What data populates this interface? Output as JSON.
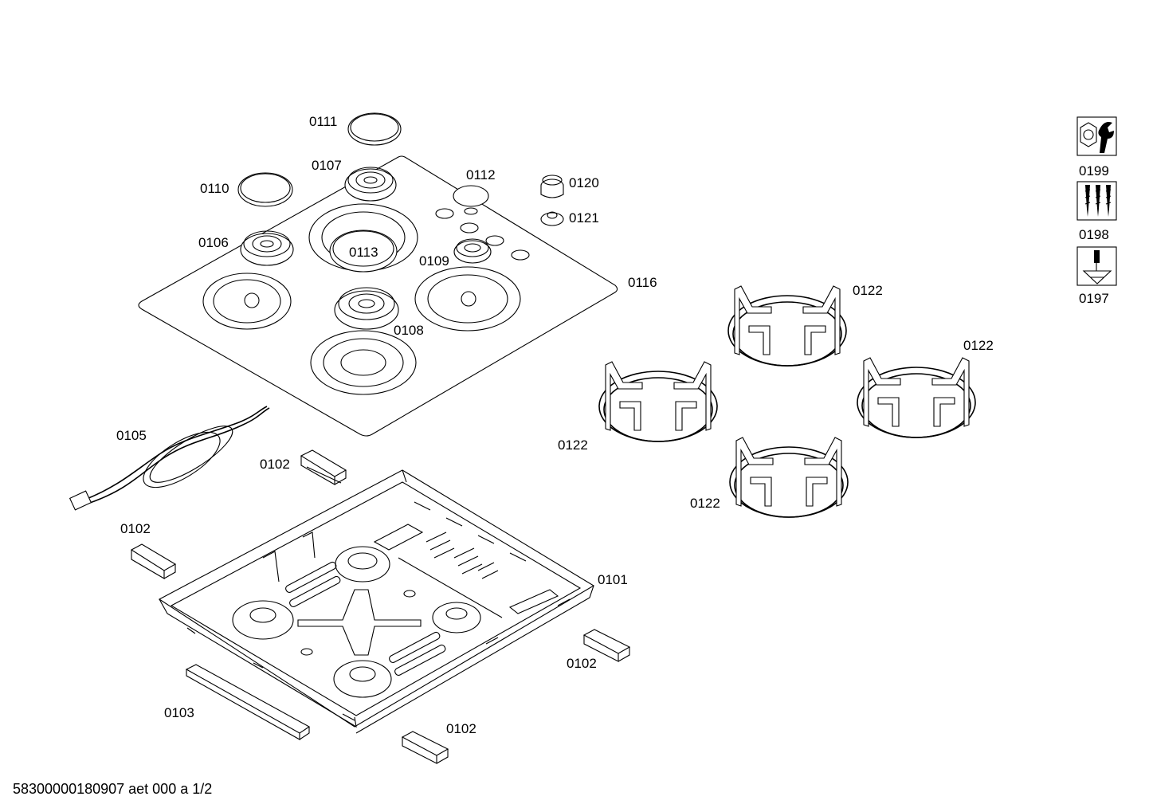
{
  "labels": {
    "p0111": "0111",
    "p0107": "0107",
    "p0110": "0110",
    "p0112": "0112",
    "p0120": "0120",
    "p0121": "0121",
    "p0106": "0106",
    "p0113": "0113",
    "p0109": "0109",
    "p0116": "0116",
    "p0108": "0108",
    "p0105": "0105",
    "p0102a": "0102",
    "p0102b": "0102",
    "p0102c": "0102",
    "p0102d": "0102",
    "p0101": "0101",
    "p0103": "0103",
    "p0122a": "0122",
    "p0122b": "0122",
    "p0122c": "0122",
    "p0122d": "0122",
    "p0199": "0199",
    "p0198": "0198",
    "p0197": "0197"
  },
  "icons": {
    "i0199": "wrench-nut-icon",
    "i0198": "screws-icon",
    "i0197": "screwdriver-icon"
  },
  "footer": {
    "doc_id": "58300000180907 aet 000 a 1/2"
  }
}
